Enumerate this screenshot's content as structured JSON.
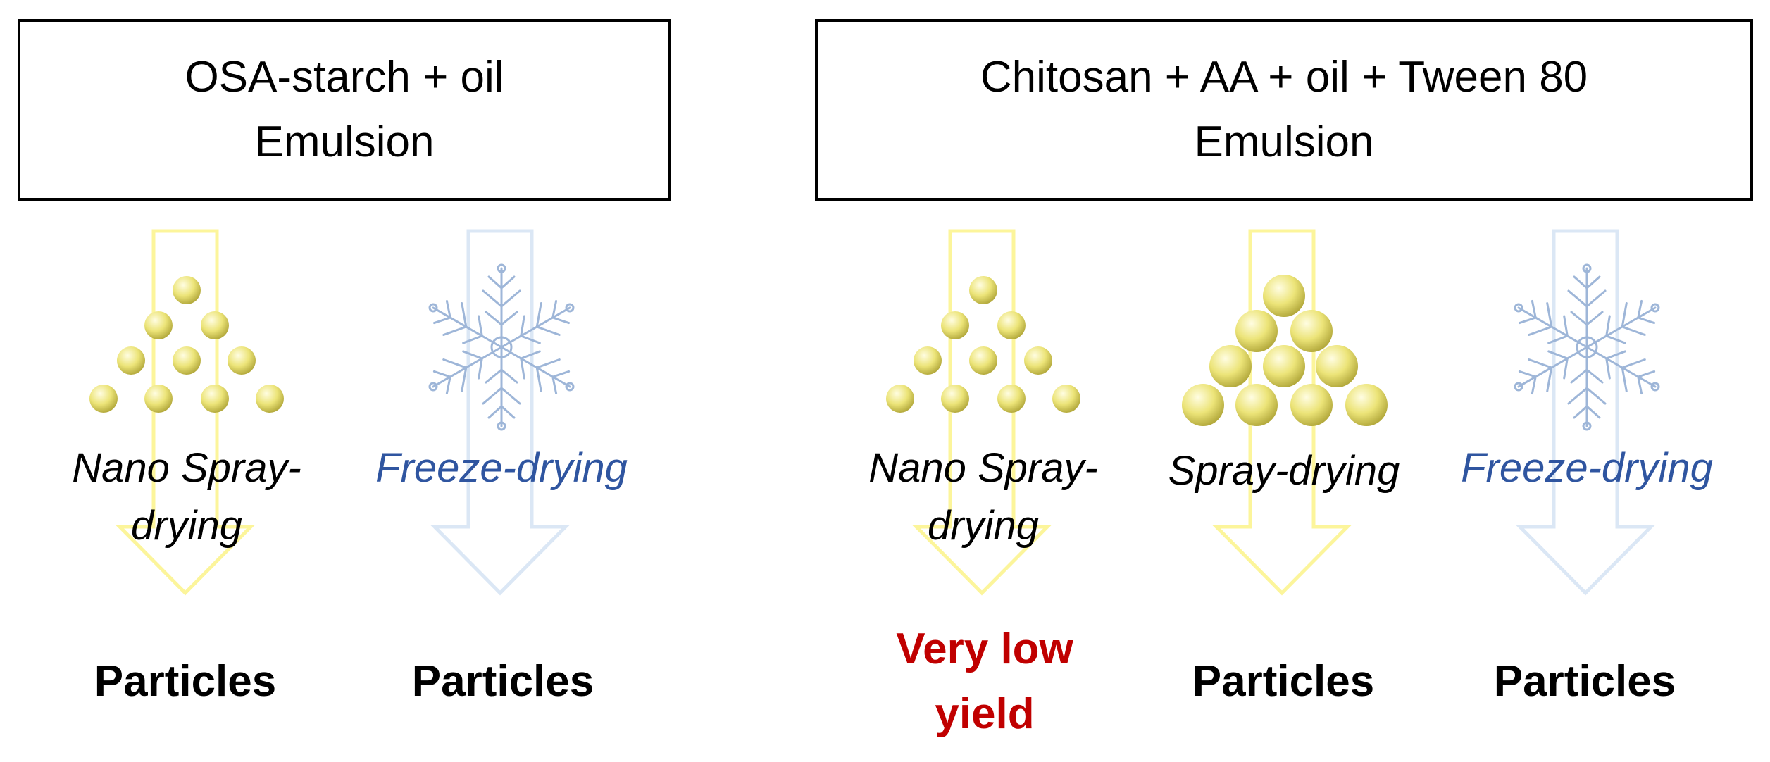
{
  "left_group": {
    "title_line1": "OSA-starch + oil",
    "title_line2": "Emulsion",
    "nano_method_line1": "Nano Spray-",
    "nano_method_line2": "drying",
    "nano_result": "Particles",
    "freeze_method": "Freeze-drying",
    "freeze_result": "Particles"
  },
  "right_group": {
    "title_line1": "Chitosan + AA + oil + Tween 80",
    "title_line2": "Emulsion",
    "nano_method_line1": "Nano Spray-",
    "nano_method_line2": "drying",
    "nano_result_line1": "Very low",
    "nano_result_line2": "yield",
    "spray_method": "Spray-drying",
    "spray_result": "Particles",
    "freeze_method": "Freeze-drying",
    "freeze_result": "Particles"
  },
  "icons": {
    "spray_arrow": "down-arrow-icon",
    "freeze_arrow": "down-arrow-icon",
    "nano_particles": "small-particles-icon",
    "large_particles": "large-particles-icon",
    "freeze_symbol": "snowflake-icon"
  },
  "colors": {
    "spray_arrow": "#fcf59b",
    "freeze_arrow": "#dbe7f5",
    "particle": "#e8e07a",
    "snowflake": "#9eb6d8",
    "freeze_text": "#2f55a0",
    "warning_text": "#c00000",
    "text": "#000000"
  }
}
